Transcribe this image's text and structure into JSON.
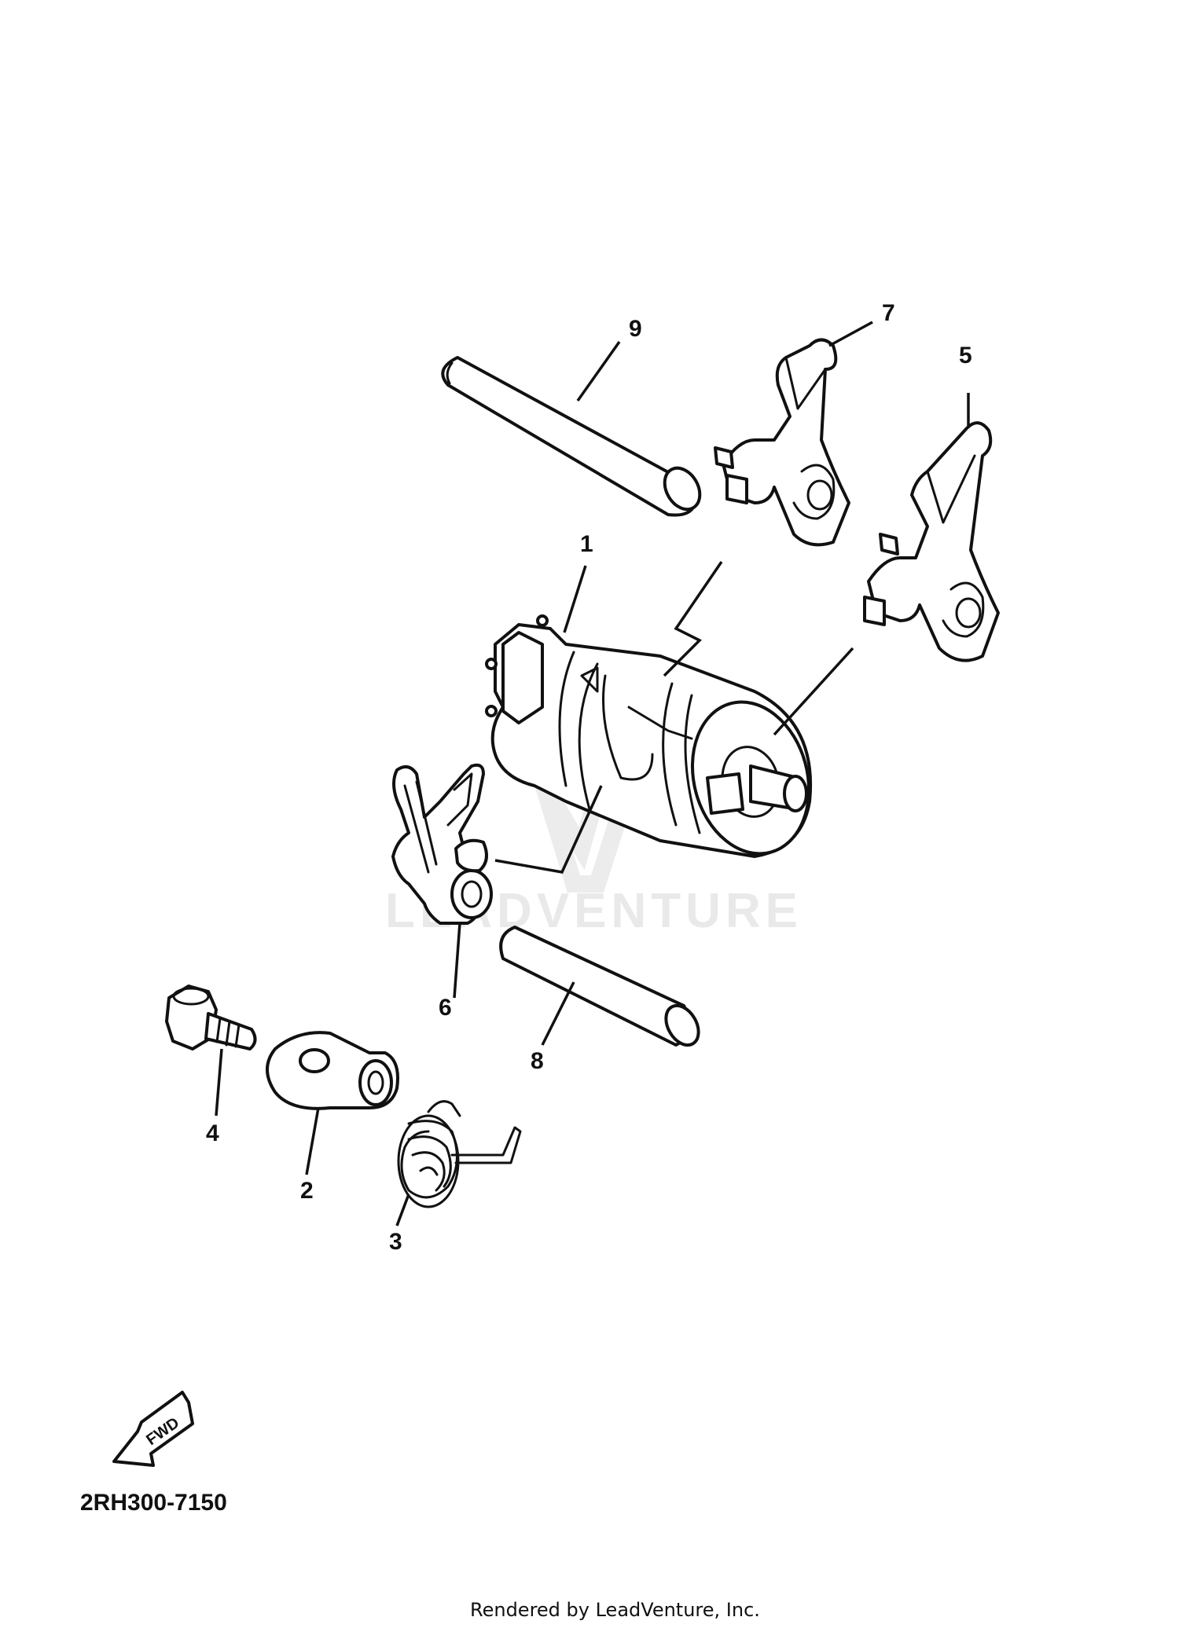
{
  "diagram": {
    "drawing_code": "2RH300-7150",
    "footer_credit": "Rendered by LeadVenture, Inc.",
    "watermark": "LEADVENTURE",
    "fwd_label": "FWD",
    "callouts": {
      "c1": "1",
      "c2": "2",
      "c3": "3",
      "c4": "4",
      "c5": "5",
      "c6": "6",
      "c7": "7",
      "c8": "8",
      "c9": "9"
    }
  }
}
